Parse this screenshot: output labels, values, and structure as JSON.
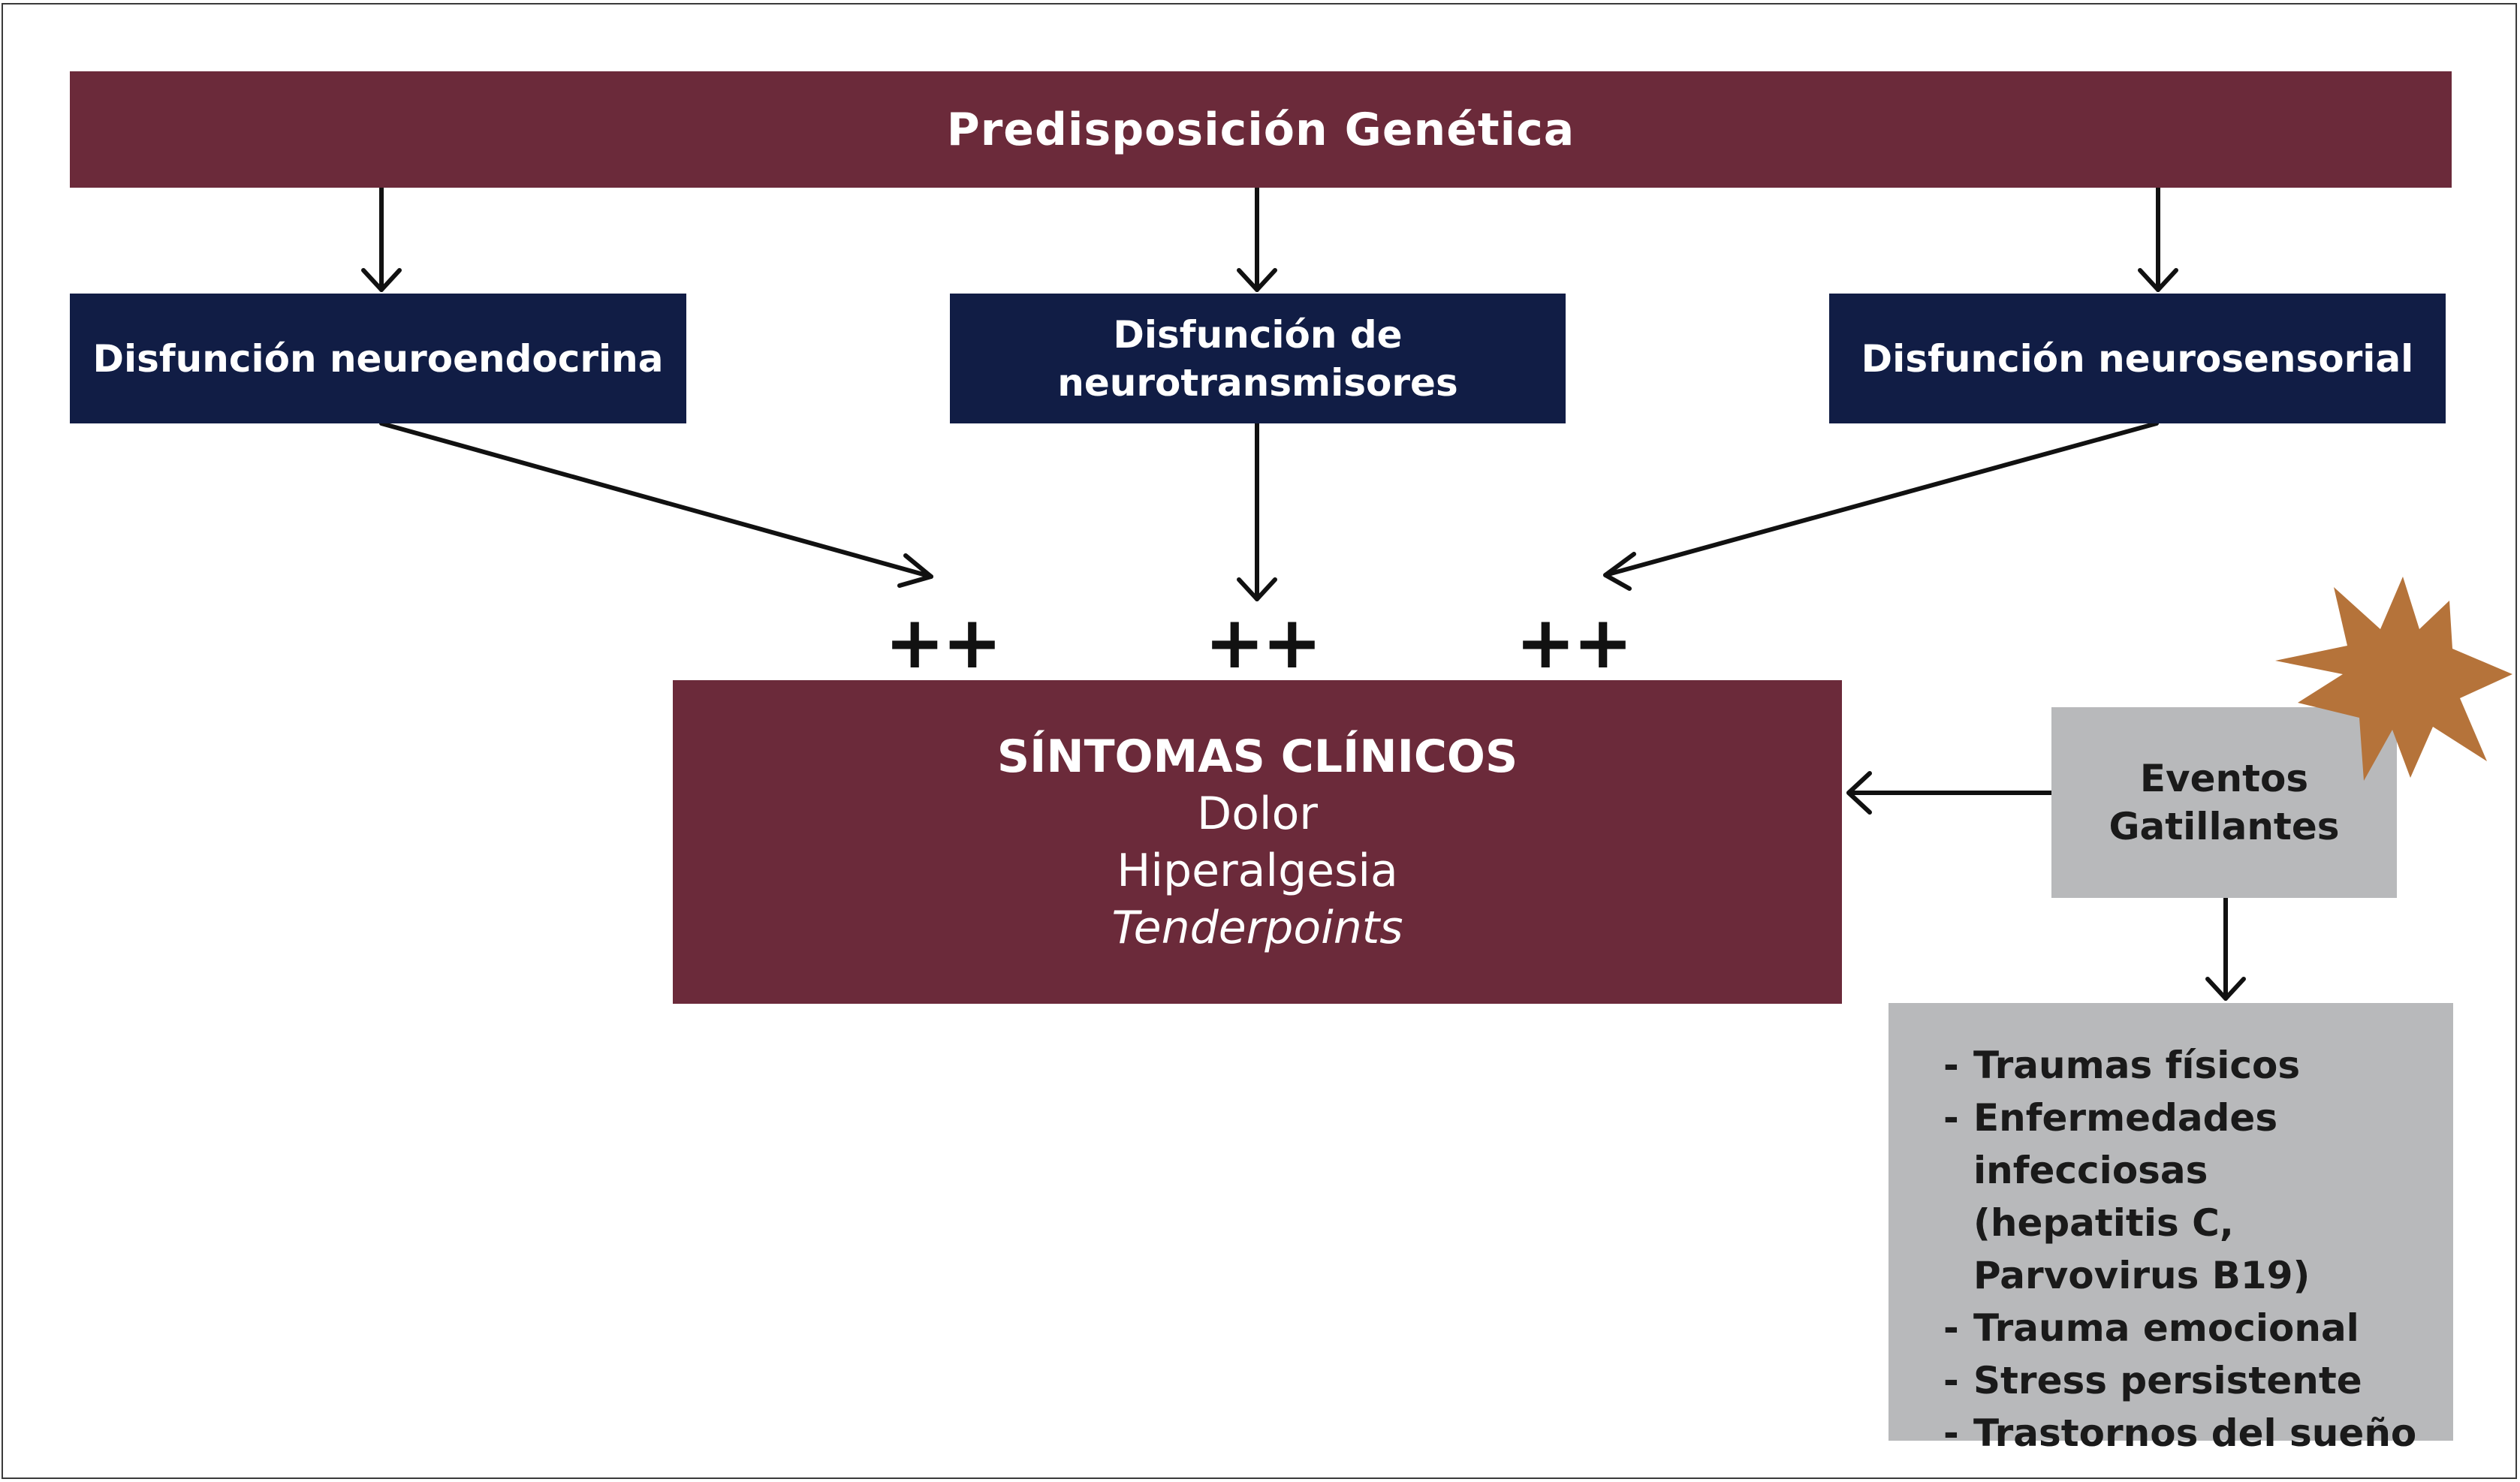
{
  "colors": {
    "maroon": "#6b2a3a",
    "navy": "#111d45",
    "grey": "#b8b9bb",
    "burst": "#b5733a"
  },
  "top": {
    "label": "Predisposición Genética"
  },
  "dysfunctions": [
    {
      "label": "Disfunción neuroendocrina"
    },
    {
      "label": "Disfunción de neurotransmisores"
    },
    {
      "label": "Disfunción neurosensorial"
    }
  ],
  "plus_signs": [
    "++",
    "++",
    "++"
  ],
  "symptoms": {
    "title": "SÍNTOMAS CLÍNICOS",
    "items": [
      "Dolor",
      "Hiperalgesia",
      "Tenderpoints"
    ]
  },
  "events": {
    "label_line1": "Eventos",
    "label_line2": "Gatillantes",
    "icon": "burst-icon"
  },
  "triggers": {
    "dash": "-",
    "items": [
      "Traumas físicos",
      "Enfermedades infecciosas (hepatitis C, Parvovirus B19)",
      "Trauma emocional",
      "Stress persistente",
      "Trastornos del sueño"
    ]
  }
}
